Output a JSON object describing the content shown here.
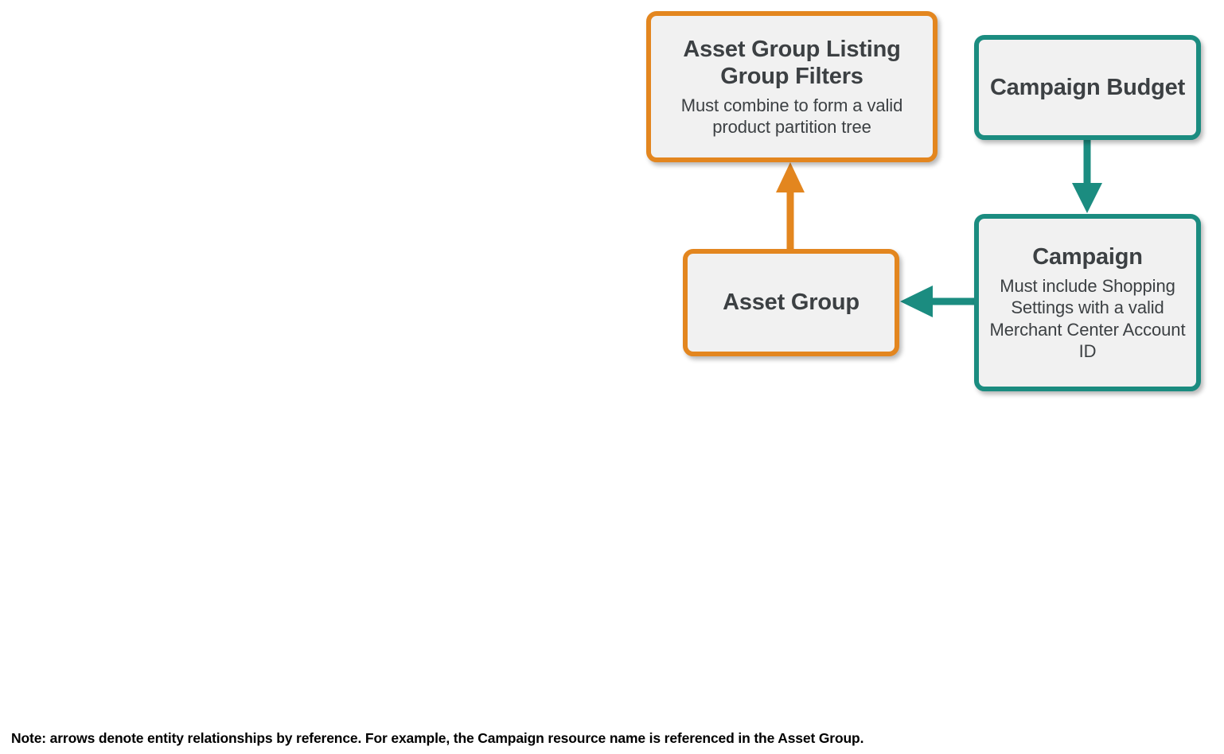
{
  "diagram": {
    "type": "entity-relationship-flow",
    "colors": {
      "orange": "#e3861f",
      "teal": "#1b8c80",
      "node_fill": "#f1f1f1",
      "text": "#3c4043",
      "note_text": "#000000",
      "background": "#ffffff"
    },
    "nodes": [
      {
        "id": "asset-group-listing-group-filters",
        "title": "Asset Group Listing Group Filters",
        "subtitle": "Must combine to form a valid product partition tree",
        "accent": "orange"
      },
      {
        "id": "campaign-budget",
        "title": "Campaign Budget",
        "subtitle": "",
        "accent": "teal"
      },
      {
        "id": "asset-group",
        "title": "Asset Group",
        "subtitle": "",
        "accent": "orange"
      },
      {
        "id": "campaign",
        "title": "Campaign",
        "subtitle": "Must include Shopping Settings with a valid Merchant Center Account ID",
        "accent": "teal"
      }
    ],
    "connectors": [
      {
        "id": "asset-group-to-listing-group-filters",
        "from": "asset-group",
        "to": "asset-group-listing-group-filters",
        "direction": "up",
        "color": "orange"
      },
      {
        "id": "campaign-budget-to-campaign",
        "from": "campaign-budget",
        "to": "campaign",
        "direction": "down",
        "color": "teal"
      },
      {
        "id": "campaign-to-asset-group",
        "from": "campaign",
        "to": "asset-group",
        "direction": "left",
        "color": "teal"
      }
    ],
    "note": "Note: arrows denote entity relationships by reference. For example, the Campaign resource name is referenced in the Asset Group."
  }
}
